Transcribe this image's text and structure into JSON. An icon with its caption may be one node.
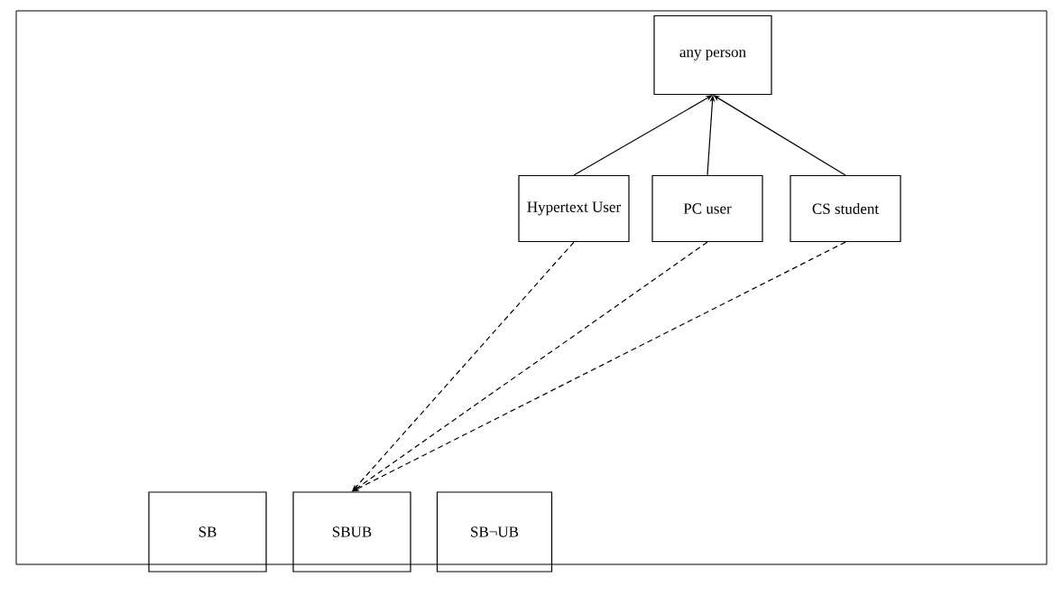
{
  "diagram": {
    "nodes": [
      {
        "text": [
          "any person"
        ]
      },
      {
        "text": [
          "Hypertext User"
        ]
      },
      {
        "text": [
          "PC user"
        ]
      },
      {
        "text": [
          "CS student"
        ]
      },
      {
        "text": [
          "SB"
        ]
      },
      {
        "text": [
          "SBUB"
        ]
      },
      {
        "text": [
          "SB¬UB"
        ]
      }
    ],
    "edges": [
      {
        "from": 1,
        "to": 0,
        "arrow": "to"
      },
      {
        "from": 2,
        "to": 0,
        "arrow": "to"
      },
      {
        "from": 3,
        "to": 0,
        "arrow": "to"
      },
      {
        "from": 1,
        "to": 5,
        "arrow": "to",
        "style": "dashed"
      },
      {
        "from": 2,
        "to": 5,
        "arrow": "to",
        "style": "dashed"
      },
      {
        "from": 3,
        "to": 5,
        "arrow": "to",
        "style": "dashed"
      }
    ]
  }
}
